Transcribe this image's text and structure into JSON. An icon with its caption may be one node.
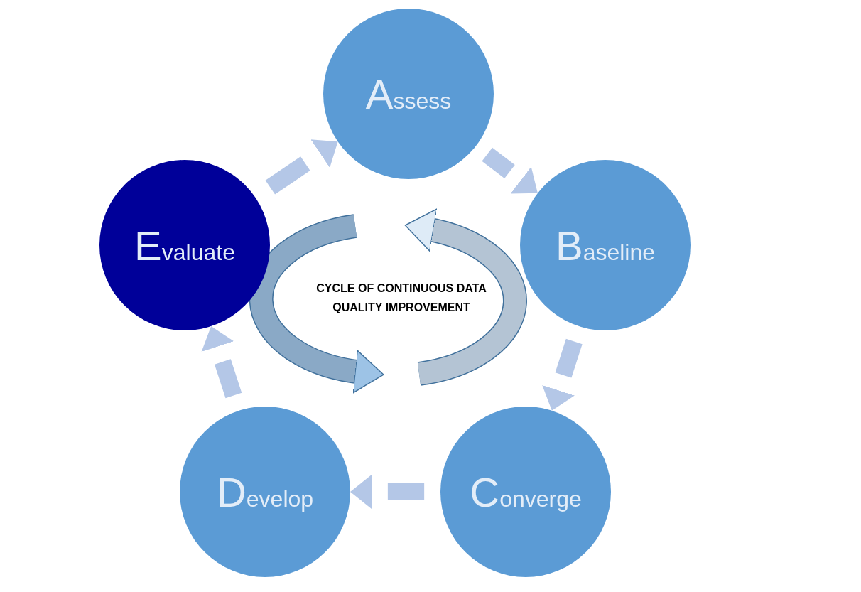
{
  "diagram": {
    "nodes": [
      {
        "text": [
          "Assess"
        ]
      },
      {
        "text": [
          "Baseline"
        ]
      },
      {
        "text": [
          "Converge"
        ]
      },
      {
        "text": [
          "Develop"
        ]
      },
      {
        "text": [
          "Evaluate"
        ]
      },
      {
        "text": [
          "CYCLE OF CONTINUOUS DATA QUALITY IMPROVEMENT"
        ]
      }
    ],
    "edges": [
      {
        "from": 0,
        "to": 1,
        "arrow": "to"
      },
      {
        "from": 1,
        "to": 2,
        "arrow": "to"
      },
      {
        "from": 2,
        "to": 3,
        "arrow": "to"
      },
      {
        "from": 3,
        "to": 4,
        "arrow": "to"
      },
      {
        "from": 4,
        "to": 0,
        "arrow": "to"
      }
    ]
  }
}
